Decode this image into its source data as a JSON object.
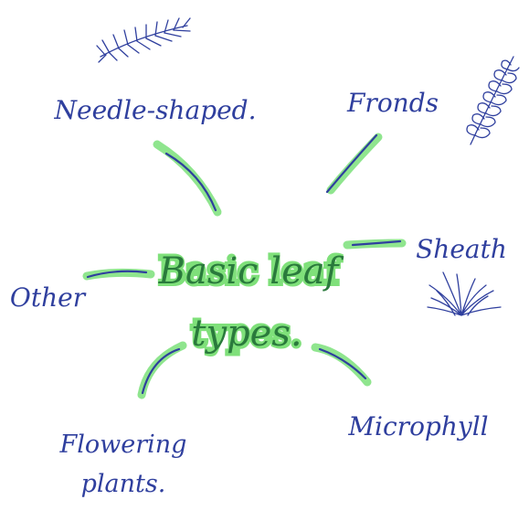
{
  "center": {
    "line1": "Basic leaf",
    "line2": "types."
  },
  "branches": {
    "needle": "Needle-shaped.",
    "fronds": "Fronds",
    "sheath": "Sheath",
    "other": "Other",
    "flowering_line1": "Flowering",
    "flowering_line2": "plants.",
    "microphyll": "Microphyll"
  },
  "colors": {
    "ink": "#2f3f9e",
    "highlight": "#7be07a"
  },
  "icons": {
    "needle": "needle-leaf-sketch-icon",
    "fronds": "fern-frond-sketch-icon",
    "sheath": "grass-tuft-sketch-icon"
  }
}
